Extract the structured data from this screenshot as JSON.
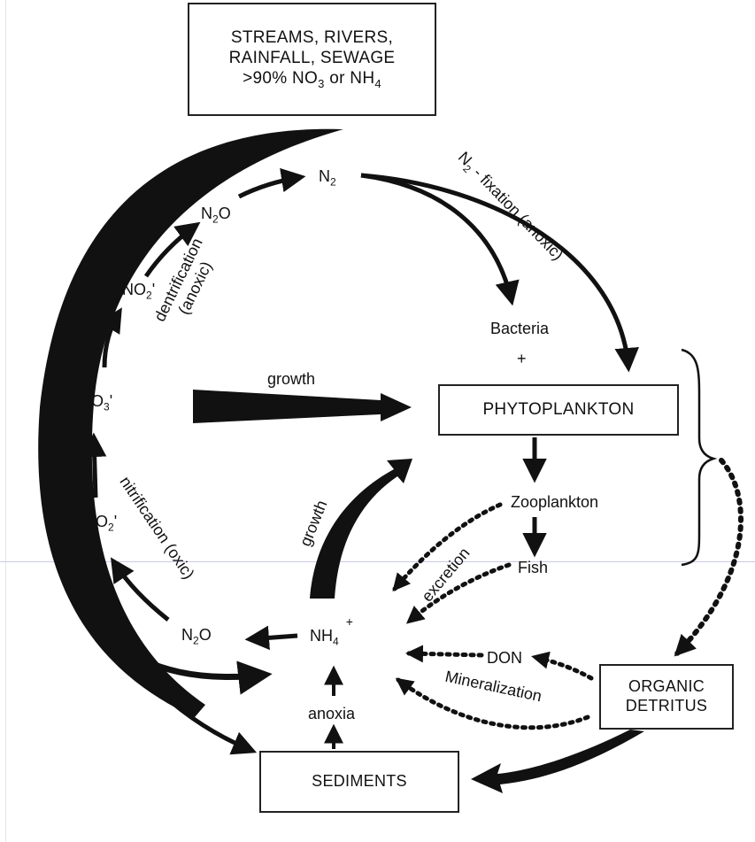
{
  "sources_box": {
    "line1": "STREAMS, RIVERS,",
    "line2": "RAINFALL, SEWAGE",
    "line3_pre": ">90% NO",
    "line3_sub1": "3",
    "line3_mid": " or NH",
    "line3_sub2": "4"
  },
  "phytoplankton_box": {
    "label": "PHYTOPLANKTON"
  },
  "organic_detritus_box": {
    "line1": "ORGANIC",
    "line2": "DETRITUS"
  },
  "sediments_box": {
    "label": "SEDIMENTS"
  },
  "species": {
    "n2": {
      "base": "N",
      "sub": "2"
    },
    "n2o_top": {
      "base": "N",
      "sub": "2",
      "rest": "O"
    },
    "no2_top": {
      "base": "NO",
      "sub": "2",
      "rest": "'"
    },
    "no3": {
      "base": "NO",
      "sub": "3",
      "rest": "'"
    },
    "no2_bottom": {
      "base": "NO",
      "sub": "2",
      "rest": "'"
    },
    "n2o_bottom": {
      "base": "N",
      "sub": "2",
      "rest": "O"
    },
    "nh4": {
      "base": "NH",
      "sub": "4",
      "sup": "+"
    },
    "don": "DON"
  },
  "organisms": {
    "bacteria": "Bacteria",
    "plus": "+",
    "zooplankton": "Zooplankton",
    "fish": "Fish"
  },
  "process_labels": {
    "n2_fixation_pre": "N",
    "n2_fixation_sub": "2",
    "n2_fixation_rest": " - fixation (anoxic)",
    "denitrification_line1": "dentrification",
    "denitrification_line2": "(anoxic)",
    "growth_horizontal": "growth",
    "growth_curved": "growth",
    "nitrification": "nitrification (oxic)",
    "excretion": "excretion",
    "mineralization": "Mineralization",
    "anoxia": "anoxia"
  }
}
